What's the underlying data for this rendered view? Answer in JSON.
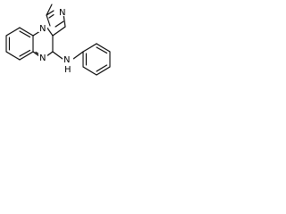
{
  "structure": {
    "atoms": [
      {
        "id": "n_pyrrole",
        "label": "N"
      },
      {
        "id": "n_quinox",
        "label": "N"
      },
      {
        "id": "n_im",
        "label": "N"
      },
      {
        "id": "nh",
        "label": "N"
      },
      {
        "id": "h",
        "label": "H"
      }
    ],
    "colors": {
      "bond": "#000000",
      "label": "#000000",
      "background": "#ffffff"
    }
  }
}
